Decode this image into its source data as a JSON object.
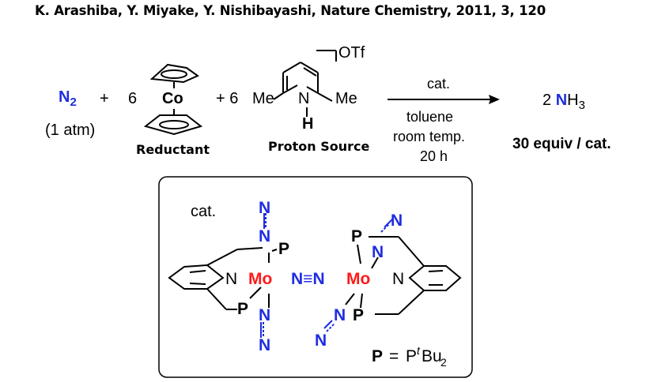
{
  "citation": "K. Arashiba, Y. Miyake, Y. Nishibayashi, Nature Chemistry, 2011, 3, 120",
  "reaction": {
    "n2": "N",
    "n2_sub": "2",
    "n2_pressure": "(1 atm)",
    "plus1": "+",
    "coef_cp": "6",
    "cobalt": "Co",
    "reductant_label": "Reductant",
    "plus_coef_pyr": "+ 6",
    "me_left": "Me",
    "me_right": "Me",
    "pyr_n": "N",
    "pyr_h": "H",
    "counterion": "OTf",
    "proton_source_label": "Proton Source",
    "arrow_above": "cat.",
    "arrow_below": [
      "toluene",
      "room temp.",
      "20 h"
    ],
    "product_coef": "2",
    "product_n": "N",
    "product_h": "H",
    "product_sub": "3",
    "yield": "30 equiv / cat."
  },
  "catalyst": {
    "label": "cat.",
    "mo": "Mo",
    "n": "N",
    "p": "P",
    "bridge_left_n": "N",
    "bridge_triple": "≡",
    "bridge_right_n": "N",
    "legend_p": "P",
    "legend_eq": "=",
    "legend_pt": "P",
    "legend_t": "t",
    "legend_bu": "Bu",
    "legend_2": "2"
  },
  "colors": {
    "nitrogen": "#1f2de0",
    "molybdenum": "#ff1a1a",
    "text": "#000000"
  }
}
